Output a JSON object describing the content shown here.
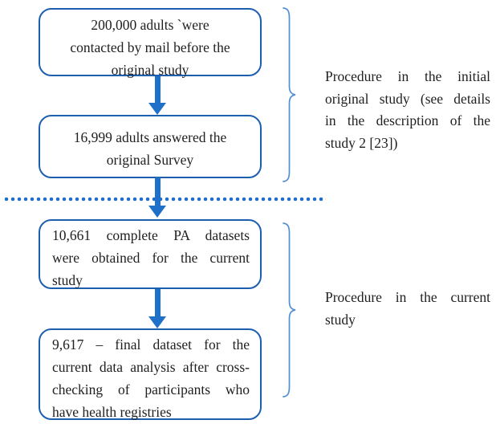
{
  "figure": {
    "title": "Participant flow diagram",
    "boxes": [
      {
        "id": "contacted",
        "align": "center",
        "lines": [
          "200,000 adults `were",
          "contacted by mail before the",
          "original study"
        ]
      },
      {
        "id": "answered",
        "align": "center",
        "lines": [
          "16,999 adults answered the",
          "original Survey"
        ]
      },
      {
        "id": "complete-datasets",
        "align": "justify",
        "lines": [
          "10,661 complete PA datasets",
          "were obtained for the current",
          "study"
        ]
      },
      {
        "id": "final-dataset",
        "align": "justify",
        "lines": [
          "9,617 – final dataset for the",
          "current data analysis after cross-",
          "checking of participants who",
          "have health registries"
        ]
      }
    ],
    "annotations": [
      {
        "id": "initial-study-note",
        "lines": [
          "Procedure in the initial",
          "original study (see details",
          "in the description of the",
          "study 2 [23])"
        ]
      },
      {
        "id": "current-study-note",
        "lines": [
          "Procedure in the current",
          "study"
        ]
      }
    ],
    "icons": [
      "down-arrow-icon",
      "right-brace-icon",
      "dotted-divider"
    ],
    "colors": {
      "box_border": "#1d5faf",
      "arrow": "#1f70c8",
      "dotted_divider": "#1f6fc8",
      "brace": "#5090d8",
      "text": "#1f1f1f",
      "background": "#ffffff"
    }
  }
}
